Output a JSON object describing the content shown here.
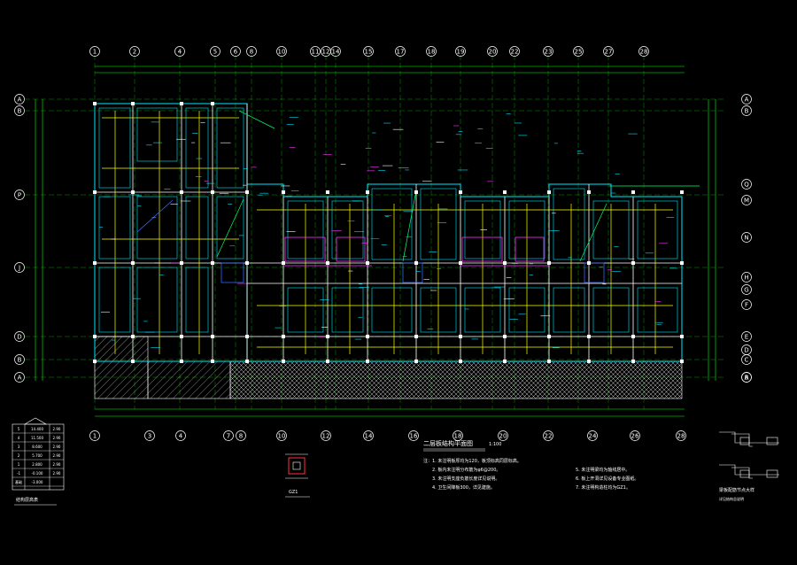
{
  "drawing": {
    "title": "二层板结构平面图",
    "scale": "1:100",
    "background": "#000000"
  },
  "grid": {
    "top_labels": [
      "1",
      "2",
      "4",
      "5",
      "6",
      "8",
      "10",
      "11",
      "12",
      "14",
      "15",
      "17",
      "18",
      "19",
      "20",
      "22",
      "23",
      "25",
      "27",
      "28"
    ],
    "bottom_labels": [
      "1",
      "3",
      "4",
      "7",
      "8",
      "10",
      "12",
      "14",
      "16",
      "18",
      "20",
      "22",
      "24",
      "26",
      "28"
    ],
    "left_labels": [
      "A",
      "B",
      "P",
      "J",
      "D",
      "B",
      "A"
    ],
    "right_labels": [
      "A",
      "B",
      "Q",
      "M",
      "N",
      "H",
      "G",
      "F",
      "E",
      "D",
      "C",
      "B",
      "A"
    ]
  },
  "colors": {
    "structure": "#ffffff",
    "slab": "#00e5ff",
    "beam": "#ffff00",
    "annotation": "#00ff66",
    "text_magenta": "#ff33ff",
    "wall": "#3366ff",
    "dimension": "#00ff00"
  },
  "legend": {
    "title": "结构层高表",
    "rows": [
      [
        "5",
        "14.400",
        "2.90"
      ],
      [
        "4",
        "11.500",
        "2.90"
      ],
      [
        "3",
        "8.600",
        "2.90"
      ],
      [
        "2",
        "5.700",
        "2.90"
      ],
      [
        "1",
        "2.800",
        "2.90"
      ],
      [
        "-1",
        "-0.100",
        "2.90"
      ],
      [
        "基础",
        "-3.000",
        ""
      ]
    ]
  },
  "notes": {
    "heading": "注：",
    "left": [
      "1. 未注明板厚均为120，板顶标高同层标高。",
      "2. 板内未注明分布筋为φ6@200。",
      "3. 未注明支座负筋长度详见说明。",
      "4. 卫生间降板300，详见建施。"
    ],
    "right": [
      "5. 未注明梁均为轴线居中。",
      "6. 板上开洞详见设备专业图纸。",
      "7. 未注明构造柱均为GZ1。"
    ]
  },
  "details": {
    "column_label": "GZ1",
    "detail_caption": "梁板配筋节点大样",
    "detail_note": "详见结构总说明"
  }
}
